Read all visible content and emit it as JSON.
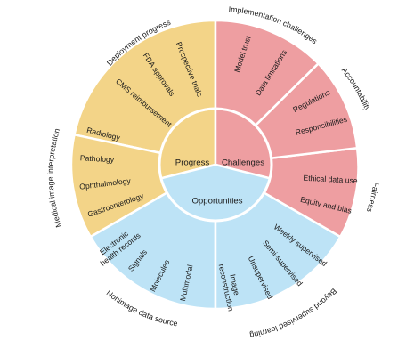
{
  "colors": {
    "progress": "#f3d488",
    "challenges": "#ee9ea1",
    "opportunities": "#bde3f6",
    "divider": "#ffffff",
    "text": "#1a1a1a"
  },
  "core": {
    "progress": "Progress",
    "challenges": "Challenges",
    "opportunities": "Opportunities"
  },
  "outer": {
    "deployment": "Deployment progress",
    "implementation": "Implementation challenges",
    "accountability": "Accountability",
    "fairness": "Fairness",
    "beyond": "Beyond supervised learning",
    "nonimage": "Nonimage data source",
    "medical_image": "Medical image interpretation"
  },
  "segments": {
    "prospective_trials": "Prospective trials",
    "fda_approvals": "FDA approvals",
    "cms_reimbursement": "CMS reimbursement",
    "radiology": "Radiology",
    "pathology": "Pathology",
    "ophthalmology": "Ophthalmology",
    "gastroenterology": "Gastroenterology",
    "model_trust": "Model trust",
    "data_limitations": "Data limitations",
    "regulations": "Regulations",
    "responsibilities": "Responsibilities",
    "ethical_data_use": "Ethical data use",
    "equity_and_bias": "Equity and bias",
    "weakly_supervised": "Weekly supervised",
    "semi_supervised": "Semi-supervised",
    "unsupervised": "Unsupervised",
    "image_reconstruction_1": "Image",
    "image_reconstruction_2": "reconstruction",
    "multimodal": "Multimodal",
    "molecules": "Molecules",
    "signals": "Signals",
    "ehr_1": "Electronic",
    "ehr_2": "health records"
  }
}
